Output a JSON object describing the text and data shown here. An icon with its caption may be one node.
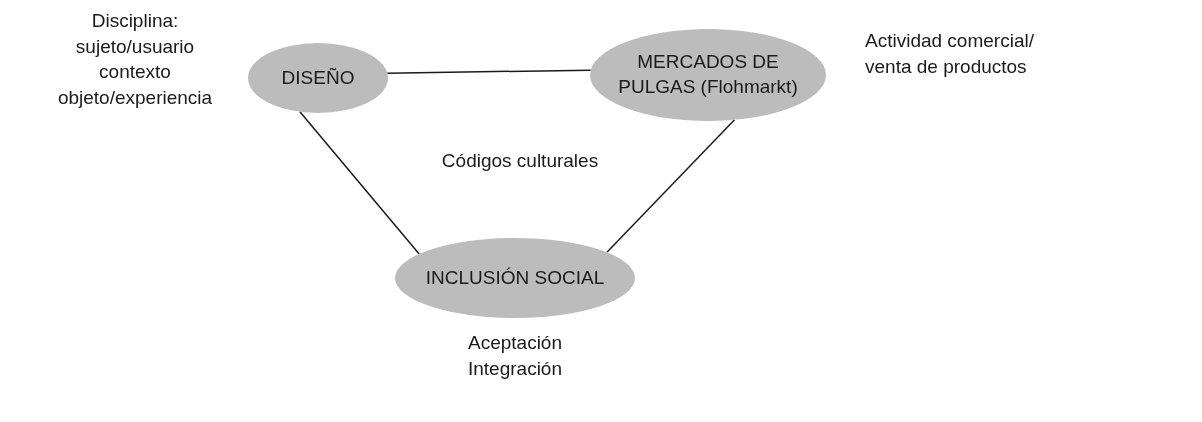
{
  "diagram": {
    "nodes": [
      {
        "text": [
          "DISEÑO"
        ],
        "beside": [
          "Disciplina: sujeto/usuario contexto objeto/experiencia"
        ]
      },
      {
        "text": [
          "MERCADOS DE PULGAS (Flohmarkt)"
        ],
        "beside": [
          "Actividad comercial/ venta de productos"
        ]
      },
      {
        "text": [
          "INCLUSIÓN SOCIAL"
        ],
        "beside": [
          "Aceptación Integración"
        ]
      }
    ],
    "edges": [
      {
        "from": 0,
        "to": 1,
        "arrow": "none"
      },
      {
        "from": 0,
        "to": 2,
        "arrow": "none"
      },
      {
        "from": 1,
        "to": 2,
        "arrow": "none"
      }
    ],
    "labels": [
      "Códigos culturales"
    ]
  }
}
